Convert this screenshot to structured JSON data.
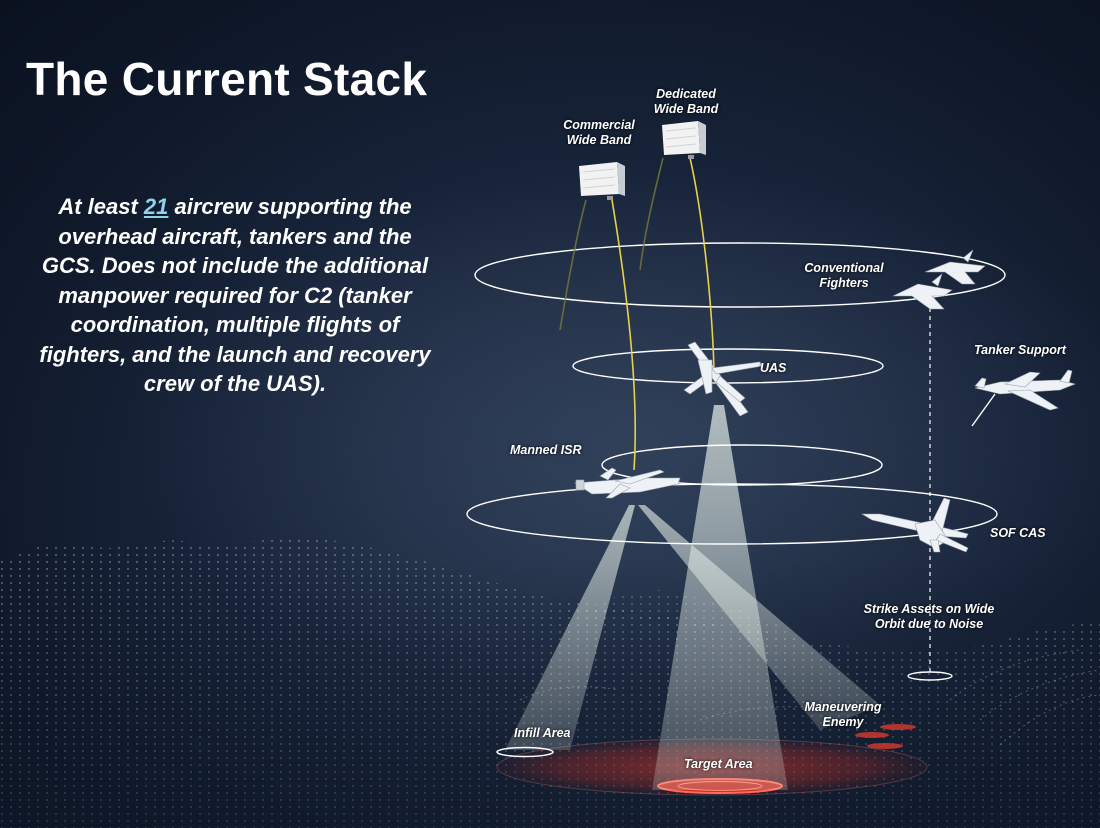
{
  "slide": {
    "title": "The Current Stack",
    "body": {
      "prefix": "At least ",
      "number": "21",
      "suffix": " aircrew supporting the overhead aircraft, tankers and the GCS.  Does not include the additional manpower required for C2 (tanker coordination, multiple flights of fighters, and the launch and recovery crew of the UAS)."
    }
  },
  "diagram": {
    "labels": {
      "commercial_wide_band": "Commercial Wide Band",
      "dedicated_wide_band": "Dedicated Wide Band",
      "conventional_fighters": "Conventional Fighters",
      "tanker_support": "Tanker Support",
      "uas": "UAS",
      "manned_isr": "Manned ISR",
      "sof_cas": "SOF CAS",
      "strike_assets": "Strike Assets on Wide Orbit due to Noise",
      "maneuvering_enemy": "Maneuvering Enemy",
      "infill_area": "Infill Area",
      "target_area": "Target Area"
    },
    "colors": {
      "link_line": "#e6d24a",
      "orbit": "#ffffff",
      "sensor_beam": "#e8f6ea",
      "target_zone": "#d93a2e",
      "highlight_number": "#8fd3e8"
    },
    "icons": [
      "satellite-icon",
      "fighter-jet-icon",
      "tanker-aircraft-icon",
      "drone-icon",
      "isr-aircraft-icon",
      "cargo-aircraft-icon"
    ]
  }
}
